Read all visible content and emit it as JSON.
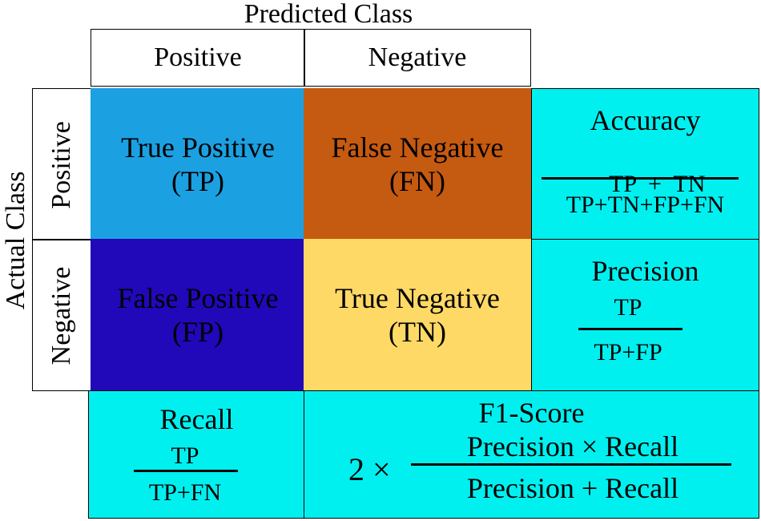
{
  "predicted_class_label": "Predicted Class",
  "actual_class_label": "Actual Class",
  "predicted_headers": {
    "positive": "Positive",
    "negative": "Negative"
  },
  "actual_headers": {
    "positive": "Positive",
    "negative": "Negative"
  },
  "cells": {
    "tp": {
      "name": "True Positive",
      "abbr": "(TP)",
      "color": "#1BA1E2"
    },
    "fn": {
      "name": "False Negative",
      "abbr": "(FN)",
      "color": "#C55A11"
    },
    "fp": {
      "name": "False Positive",
      "abbr": "(FP)",
      "color": "#2108B8"
    },
    "tn": {
      "name": "True Negative",
      "abbr": "(TN)",
      "color": "#FFD966"
    }
  },
  "metric_color": "#00F0F0",
  "metrics": {
    "accuracy": {
      "title": "Accuracy",
      "numerator": "TP  +  TN",
      "denominator": "TP+TN+FP+FN"
    },
    "precision": {
      "title": "Precision",
      "numerator": "TP",
      "denominator": "TP+FP"
    },
    "recall": {
      "title": "Recall",
      "numerator": "TP",
      "denominator": "TP+FN"
    },
    "f1": {
      "title": "F1-Score",
      "factor": "2 ×",
      "numerator": "Precision × Recall",
      "denominator": "Precision + Recall"
    }
  }
}
